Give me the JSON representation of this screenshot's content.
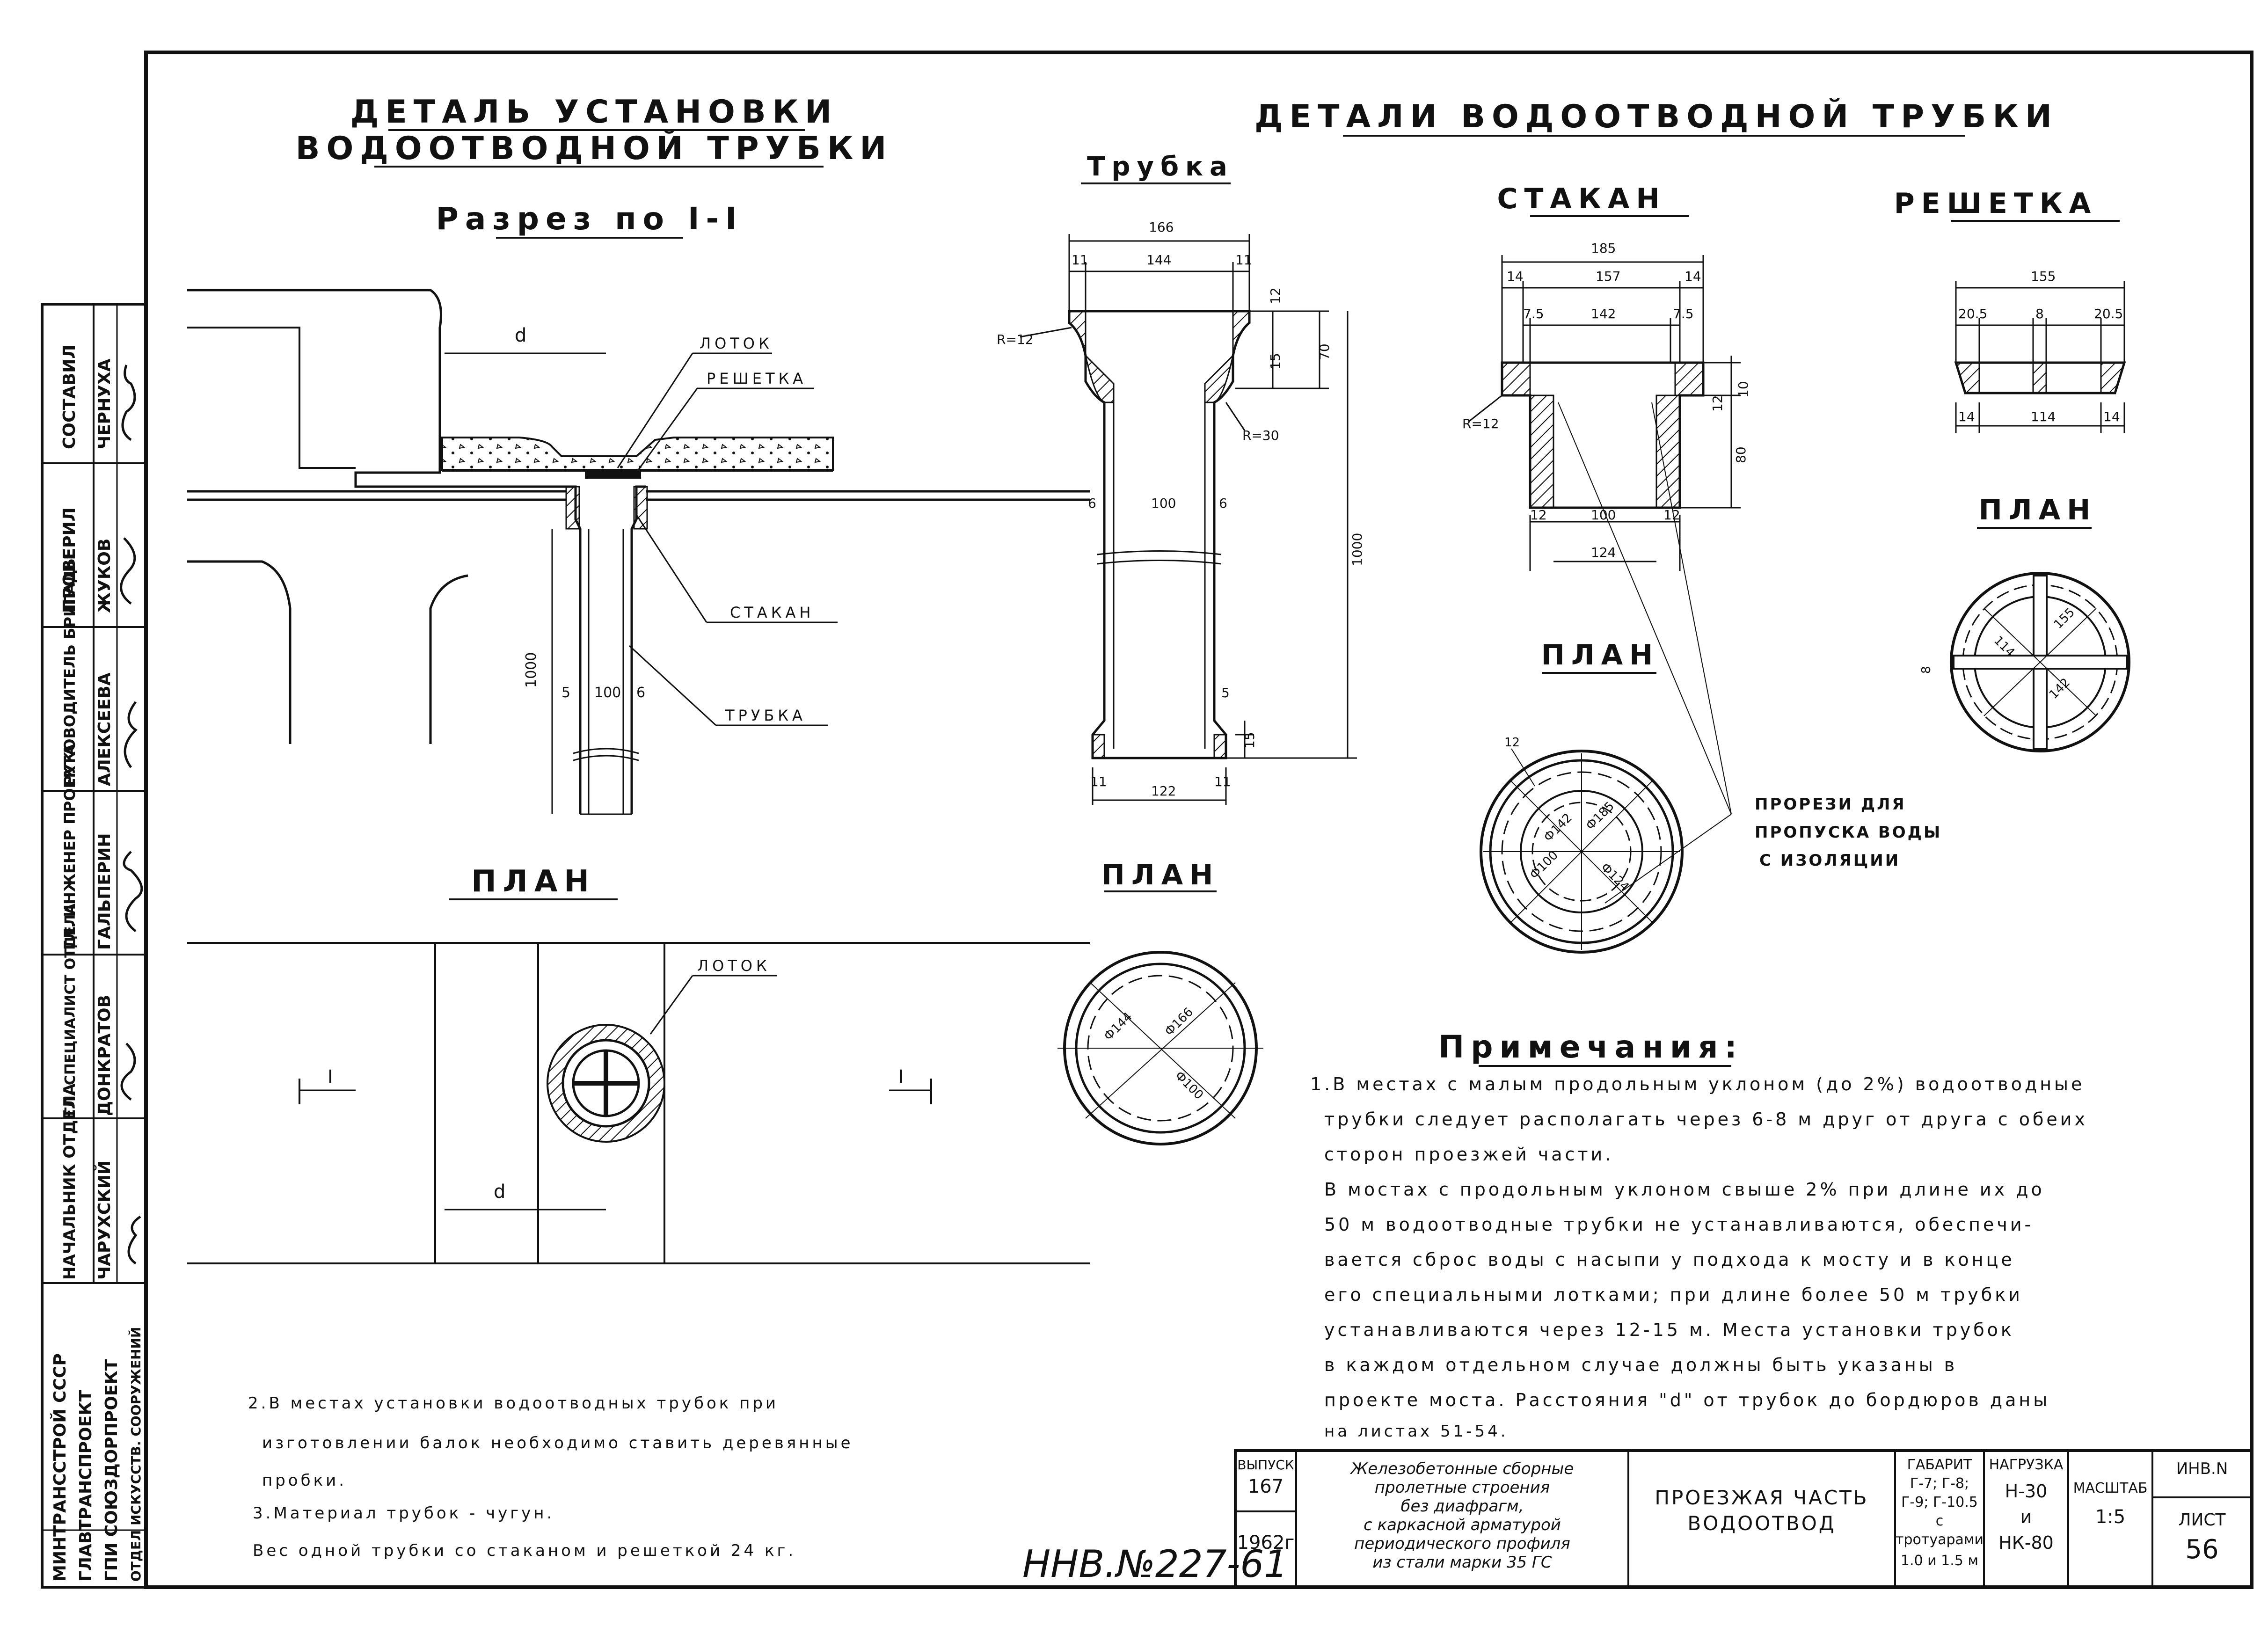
{
  "left": {
    "title1": "ДЕТАЛЬ УСТАНОВКИ",
    "title2": "ВОДООТВОДНОЙ ТРУБКИ",
    "section_title": "Разрез по I-I",
    "labels": {
      "d": "d",
      "lotok": "ЛОТОК",
      "reshetka": "РЕШЕТКА",
      "stakan": "СТАКАН",
      "trubka": "ТРУБКА"
    },
    "dims": {
      "h1000": "1000",
      "d100": "100",
      "w5": "5",
      "w6": "6"
    },
    "plan_title": "ПЛАН",
    "plan_lotok": "ЛОТОК",
    "plan_d": "d",
    "plan_marks": [
      "I",
      "I"
    ]
  },
  "right": {
    "title": "ДЕТАЛИ ВОДООТВОДНОЙ ТРУБКИ",
    "trubka": {
      "title": "Трубка",
      "dims": [
        "166",
        "11",
        "144",
        "11",
        "12",
        "70",
        "15",
        "R=12",
        "R=30",
        "6",
        "100",
        "6",
        "1000",
        "5",
        "15",
        "11",
        "122",
        "11"
      ],
      "plan_title": "ПЛАН",
      "plan_dims": [
        "Ф144",
        "Ф166",
        "Ф100"
      ]
    },
    "stakan": {
      "title": "СТАКАН",
      "dims": [
        "185",
        "14",
        "157",
        "14",
        "7.5",
        "142",
        "7.5",
        "R=12",
        "10",
        "12",
        "80",
        "12",
        "100",
        "12",
        "124"
      ],
      "plan_title": "ПЛАН",
      "plan_dims": [
        "12",
        "Ф142",
        "Ф185",
        "Ф100",
        "Ф124"
      ]
    },
    "reshetka": {
      "title": "РЕШЕТКА",
      "dims": [
        "155",
        "20.5",
        "8",
        "20.5",
        "14",
        "114",
        "14"
      ],
      "plan_title": "ПЛАН",
      "plan_dims": [
        "114",
        "155",
        "8",
        "142"
      ]
    },
    "slots_note": [
      "ПРОРЕЗИ ДЛЯ",
      "ПРОПУСКА ВОДЫ",
      "С ИЗОЛЯЦИИ"
    ]
  },
  "notes": {
    "title": "Примечания:",
    "lines": [
      "1.В местах с малым продольным уклоном (до 2%) водоотводные",
      "трубки следует располагать через 6-8 м друг от друга с обеих",
      "сторон проезжей части.",
      "В мостах с продольным уклоном свыше 2% при длине их до",
      "50 м водоотводные трубки не устанавливаются, обеспечи-",
      "вается сброс воды с насыпи у подхода к мосту и в конце",
      "его специальными лотками; при длине более 50 м трубки",
      "устанавливаются через 12-15 м. Места установки трубок",
      "в каждом отдельном случае должны быть указаны в",
      "проекте моста. Расстояния \"d\" от трубок до бордюров даны",
      "на листах 51-54."
    ]
  },
  "bottom_notes": [
    "2.В местах установки водоотводных трубок при",
    "изготовлении балок необходимо ставить деревянные",
    "пробки.",
    "3.Материал трубок - чугун.",
    "Вес одной трубки со стаканом и решеткой 24 кг."
  ],
  "stamp_number": "ННВ.№227-61",
  "side_block": {
    "rows": [
      {
        "role": "СОСТАВИЛ",
        "name": "ЧЕРНУХА"
      },
      {
        "role": "ПРОВЕРИЛ",
        "name": "ЖУКОВ"
      },
      {
        "role": "РУКОВОДИТЕЛЬ БРИГАДЫ",
        "name": "АЛЕКСЕЕВА"
      },
      {
        "role": "ГЛ. ИНЖЕНЕР ПРОЕКТА",
        "name": "ГАЛЬПЕРИН"
      },
      {
        "role": "ГЛ. СПЕЦИАЛИСТ ОТДЕЛА",
        "name": "ДОНКРАТОВ"
      },
      {
        "role": "НАЧАЛЬНИК ОТДЕЛА",
        "name": "ЧАРУХСКИЙ"
      }
    ],
    "org": [
      "МИНТРАНССТРОЙ СССР",
      "ГЛАВТРАНСПРОЕКТ",
      "ГПИ СОЮЗДОРПРОЕКТ",
      "ОТДЕЛ ИСКУССТВ. СООРУЖЕНИЙ"
    ]
  },
  "title_block": {
    "vypusk_label": "ВЫПУСК",
    "vypusk": "167",
    "year": "1962г",
    "desc": [
      "Железобетонные сборные",
      "пролетные строения",
      "без диафрагм,",
      "с каркасной арматурой",
      "периодического профиля",
      "из стали марки 35 ГС"
    ],
    "sheet_title": [
      "ПРОЕЗЖАЯ ЧАСТЬ",
      "ВОДООТВОД"
    ],
    "gabarit": [
      "ГАБАРИТ",
      "Г-7; Г-8;",
      "Г-9; Г-10.5",
      "с",
      "тротуарами",
      "1.0 и 1.5 м"
    ],
    "nagruzka": [
      "НАГРУЗКА",
      "Н-30",
      "и",
      "НК-80"
    ],
    "masshtab_label": "МАСШТАБ",
    "masshtab": "1:5",
    "inv_label": "ИНВ.N",
    "list_label": "ЛИСТ",
    "list": "56"
  }
}
